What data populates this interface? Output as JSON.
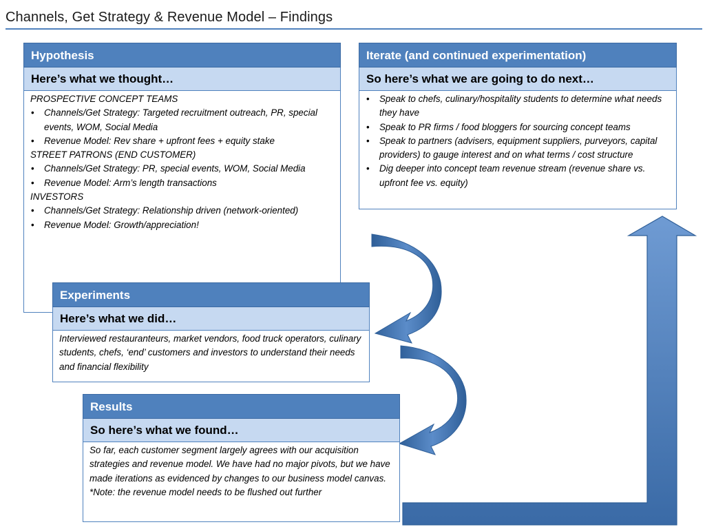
{
  "title": "Channels, Get Strategy & Revenue Model – Findings",
  "colors": {
    "header_fill": "#4f81bd",
    "subheader_fill": "#c6d9f1",
    "arrow_fill": "#4f81bd"
  },
  "hypothesis": {
    "header": "Hypothesis",
    "subheader": "Here’s what we thought…",
    "segments": [
      {
        "label": "PROSPECTIVE CONCEPT TEAMS",
        "bullets": [
          "Channels/Get Strategy: Targeted recruitment outreach, PR, special events, WOM, Social Media",
          "Revenue Model: Rev share + upfront fees + equity stake"
        ]
      },
      {
        "label": "STREET PATRONS (END CUSTOMER)",
        "bullets": [
          "Channels/Get Strategy: PR, special events, WOM, Social Media",
          "Revenue Model: Arm’s length transactions"
        ]
      },
      {
        "label": "INVESTORS",
        "bullets": [
          "Channels/Get Strategy: Relationship driven (network-oriented)",
          "Revenue Model: Growth/appreciation!"
        ]
      }
    ]
  },
  "iterate": {
    "header": "Iterate (and continued experimentation)",
    "subheader": "So here’s what we are going to do next…",
    "bullets": [
      "Speak to chefs, culinary/hospitality students to determine what needs they have",
      "Speak to PR firms / food bloggers for sourcing concept teams",
      "Speak to partners (advisers, equipment suppliers, purveyors, capital providers) to gauge interest and on what terms / cost structure",
      "Dig deeper into concept team revenue stream (revenue share vs. upfront fee vs. equity)"
    ]
  },
  "experiments": {
    "header": "Experiments",
    "subheader": "Here’s what we did…",
    "text": "Interviewed restauranteurs, market vendors, food truck operators, culinary students, chefs, ‘end’ customers and investors to understand their needs and financial flexibility"
  },
  "results": {
    "header": "Results",
    "subheader": "So here’s what we found…",
    "text": "So far, each customer segment largely agrees with our acquisition strategies and revenue model. We have had no major pivots, but we have made iterations as evidenced by changes to our business model canvas. *Note: the revenue model needs to be flushed out further"
  }
}
